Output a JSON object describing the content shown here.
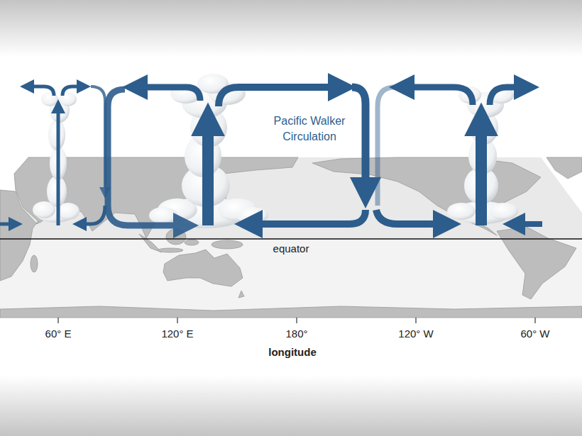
{
  "diagram": {
    "labels": [
      "Pacific Walker Circulation",
      "equator",
      "60° E",
      "120° E",
      "180°",
      "120° W",
      "60° W",
      "longitude"
    ]
  }
}
